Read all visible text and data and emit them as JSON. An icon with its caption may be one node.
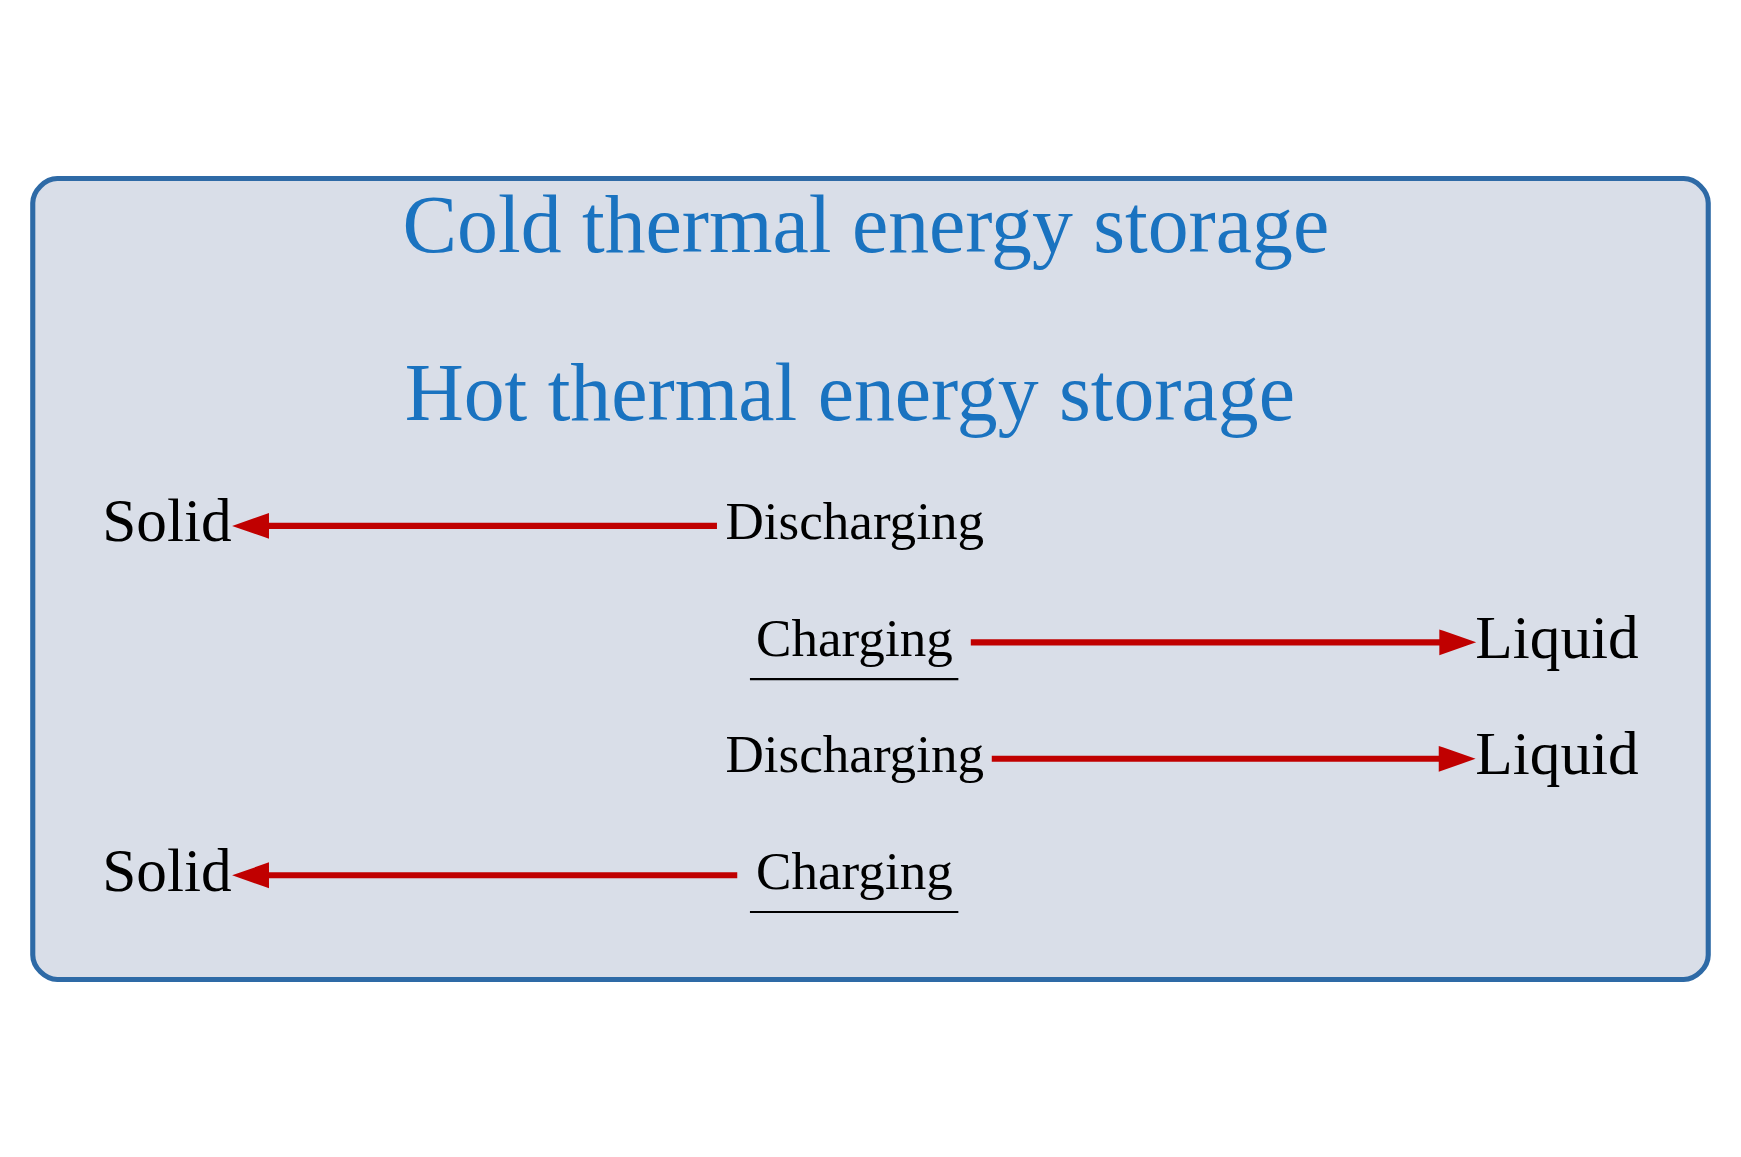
{
  "diagram": {
    "nodes": [
      {
        "text": [
          "Cold thermal energy storage",
          "Hot thermal energy storage"
        ]
      },
      {
        "text": [
          "Solid"
        ],
        "in": 0
      },
      {
        "text": [
          "Charging"
        ],
        "in": 0
      },
      {
        "text": [
          "Discharging"
        ],
        "in": 0
      },
      {
        "text": [
          "Liquid"
        ],
        "in": 0
      },
      {
        "text": [
          "Solid"
        ],
        "in": 0
      },
      {
        "text": [
          "Charging"
        ],
        "in": 0
      },
      {
        "text": [
          "Discharging"
        ],
        "in": 0
      },
      {
        "text": [
          "Liquid"
        ],
        "in": 0
      }
    ],
    "edges": [
      {
        "from": 2,
        "to": 1,
        "arrow": "to",
        "color": "#c00000"
      },
      {
        "from": 3,
        "to": 4,
        "arrow": "to",
        "color": "#c00000"
      },
      {
        "from": 6,
        "to": 8,
        "arrow": "to",
        "color": "#c00000"
      },
      {
        "from": 7,
        "to": 5,
        "arrow": "to",
        "color": "#c00000"
      }
    ]
  }
}
